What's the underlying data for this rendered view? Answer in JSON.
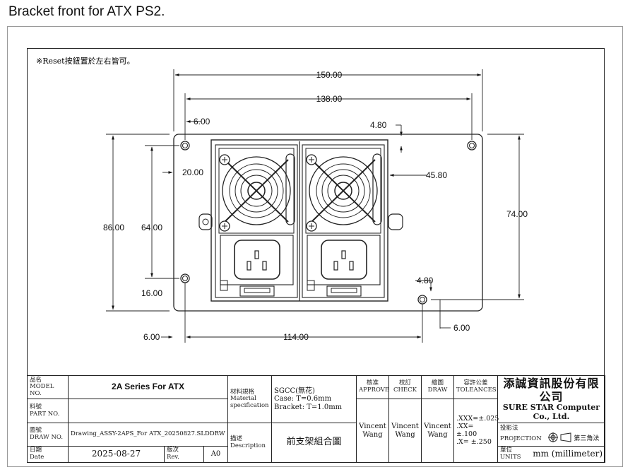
{
  "heading": "Bracket front for ATX PS2.",
  "note": "※Reset按鈕置於左右皆可。",
  "dimensions": {
    "overall_width": "150.00",
    "hole_span": "138.00",
    "hole_edge_offset": "6.00",
    "top_hole_offset": "4.80",
    "fan_offset": "20.00",
    "right_offset": "45.80",
    "overall_height": "86.00",
    "inner_height": "64.00",
    "right_height": "74.00",
    "bottom_offset": "16.00",
    "bottom_hole_offset": "4.80",
    "left_edge": "6.00",
    "bottom_span": "114.00",
    "right_edge": "6.00"
  },
  "title_block": {
    "model_label_cn": "品名",
    "model_label_en": "MODEL NO.",
    "model_value": "2A Series For ATX",
    "part_label_cn": "料號",
    "part_label_en": "PART NO.",
    "part_value": "",
    "drawno_label_cn": "圖號",
    "drawno_label_en": "DRAW NO.",
    "drawno_value": "Drawing_ASSY-2APS_For ATX_20250827.SLDDRW",
    "date_label_cn": "日期",
    "date_label_en": "Date",
    "date_value": "2025-08-27",
    "rev_label_cn": "版次",
    "rev_label_en": "Rev.",
    "rev_value": "A0",
    "material_label_cn": "材料規格",
    "material_label_en1": "Material",
    "material_label_en2": "specification",
    "material_line1": "SGCC(無花)",
    "material_line2": "Case: T=0.6mm",
    "material_line3": "Bracket: T=1.0mm",
    "desc_label_cn": "描述",
    "desc_label_en": "Description",
    "desc_value": "前支架組合圖",
    "approve_cn": "核准",
    "approve_en": "APPROVE",
    "approve_name": "Vincent Wang",
    "check_cn": "校訂",
    "check_en": "CHECK",
    "check_name": "Vincent Wang",
    "draw_cn": "繪圖",
    "draw_en": "DRAW",
    "draw_name": "Vincent Wang",
    "tol_cn": "容許公差",
    "tol_en": "TOLEANCES",
    "tol_line1": ".XXX=±.025",
    "tol_line2": ".XX=  ±.100",
    "tol_line3": ".X=    ±.250",
    "company_cn": "添誠資訊股份有限公司",
    "company_en": "SURE STAR Computer Co., Ltd.",
    "proj_cn": "投影法",
    "proj_en": "PROJECTION",
    "proj_value": "第三角法",
    "units_cn": "單位",
    "units_en": "UNITS",
    "units_value": "mm (millimeter)"
  }
}
